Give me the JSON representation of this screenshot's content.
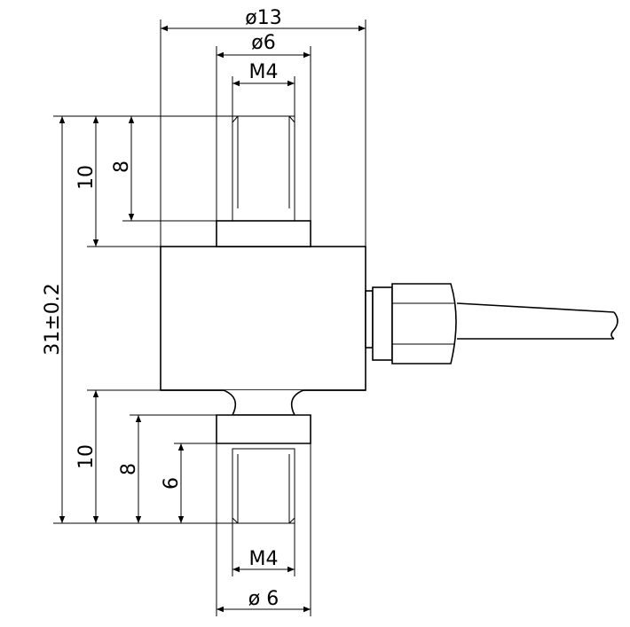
{
  "dimensions": {
    "top_outer_dia": "ø13",
    "top_stud_dia": "ø6",
    "top_thread": "M4",
    "overall_height": "31±0.2",
    "top_stud_length": "10",
    "top_thread_depth": "8",
    "bottom_stud_length": "10",
    "bottom_thread_depth_outer": "8",
    "bottom_thread_depth_inner": "6",
    "bottom_thread": "M4",
    "bottom_stud_dia": "ø 6"
  },
  "colors": {
    "line": "#000000",
    "background": "#ffffff"
  }
}
